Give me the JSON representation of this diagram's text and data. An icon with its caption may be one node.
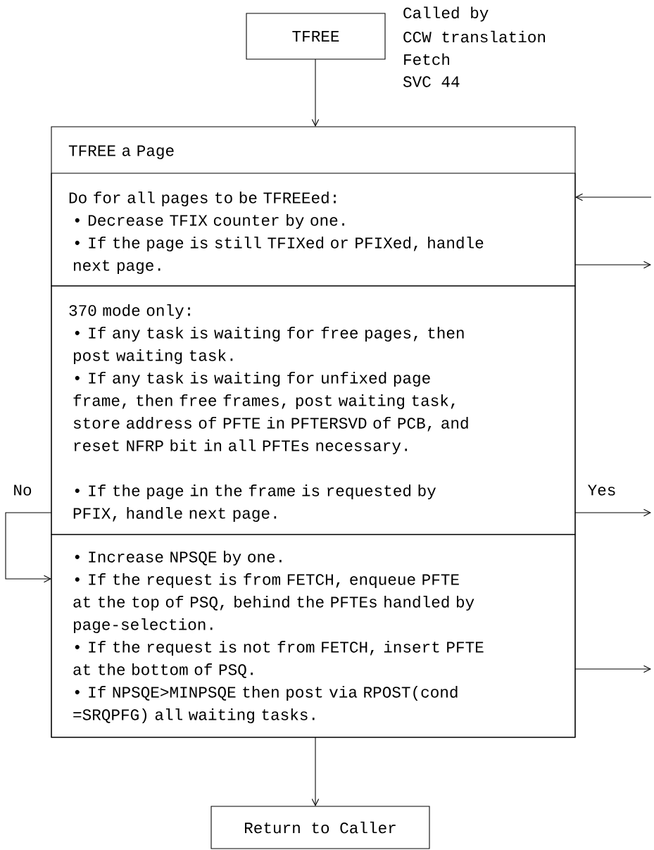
{
  "diagram": {
    "nodes": [
      {
        "text": [
          "TFREE"
        ],
        "beside": [
          "Called by",
          "CCW translation",
          "Fetch",
          "SVC 44"
        ]
      },
      {
        "text": [
          "TFREE a Page"
        ]
      },
      {
        "text": [
          "Do for all pages to be TFREEed:",
          "• Decrease TFIX counter by one.",
          "• If the page is still TFIXed or PFIXed, handle next page."
        ],
        "in": 1
      },
      {
        "text": [
          "370 mode only:",
          "• If any task is waiting for free pages, then post waiting task.",
          "• If any task is waiting for unfixed page frame, then free frames, post waiting task, store address of PFTE in PFTERSVD of PCB, and reset NFRP bit in all PFTEs necessary.",
          "• If the page in the frame is requested by PFIX, handle next page."
        ],
        "in": 1
      },
      {
        "text": [
          "• Increase NPSQE by one.",
          "• If the request is from FETCH, enqueue PFTE at the top of PSQ, behind the PFTEs handled by page-selection.",
          "• If the request is not from FETCH, insert PFTE at the bottom of PSQ.",
          "• If NPSQE>MINPSQE then post via RPOST(cond =SRQPFG) all waiting tasks."
        ],
        "in": 1
      },
      {
        "text": [
          "Return to Caller"
        ]
      }
    ],
    "edges": [
      {
        "from": 0,
        "to": 1,
        "arrow": "to"
      },
      {
        "from": null,
        "to": 2,
        "arrow": "to"
      },
      {
        "from": 2,
        "to": null,
        "arrow": "to"
      },
      {
        "from": 3,
        "to": null,
        "arrow": "to",
        "label": "Yes"
      },
      {
        "from": 3,
        "to": 4,
        "arrow": "to",
        "label": "No"
      },
      {
        "from": 4,
        "to": null,
        "arrow": "to"
      },
      {
        "from": 1,
        "to": 5,
        "arrow": "to"
      }
    ]
  }
}
